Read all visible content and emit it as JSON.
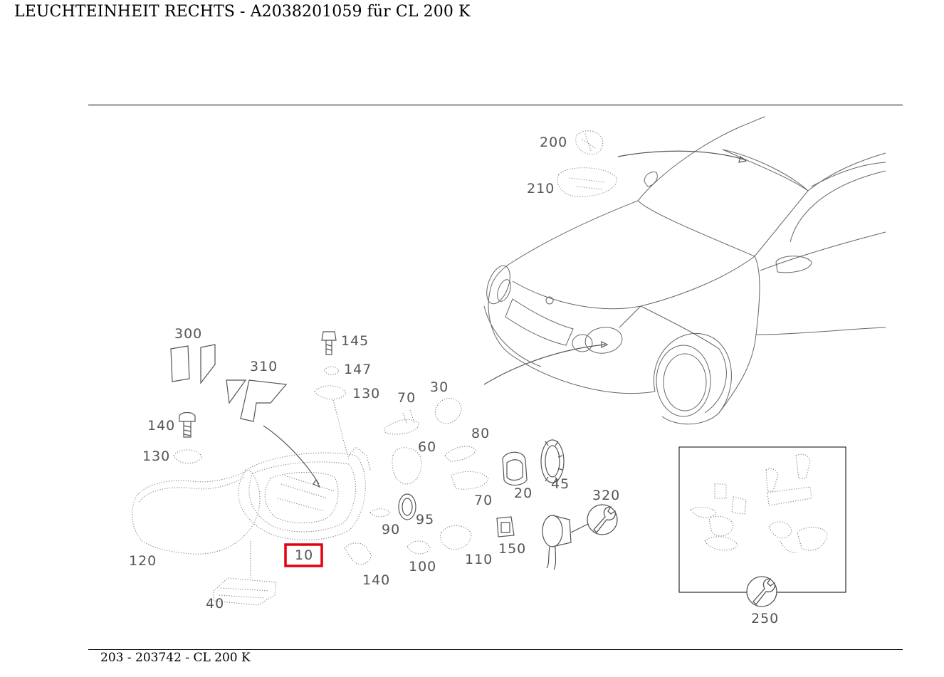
{
  "title": "LEUCHTEINHEIT RECHTS - A2038201059 für CL 200 K",
  "footer": "203 - 203742 - CL 200 K",
  "highlight_color": "#e3000f",
  "callouts": {
    "c200": "200",
    "c210": "210",
    "c300": "300",
    "c310": "310",
    "c145": "145",
    "c147": "147",
    "c130a": "130",
    "c70a": "70",
    "c30": "30",
    "c140a": "140",
    "c130b": "130",
    "c60": "60",
    "c80": "80",
    "c20": "20",
    "c45": "45",
    "c70b": "70",
    "c320": "320",
    "c95": "95",
    "c90": "90",
    "c120": "120",
    "c10": "10",
    "c110": "110",
    "c150": "150",
    "c100": "100",
    "c140b": "140",
    "c40": "40",
    "c250": "250"
  },
  "icons": {
    "tool": "wrench-icon"
  }
}
